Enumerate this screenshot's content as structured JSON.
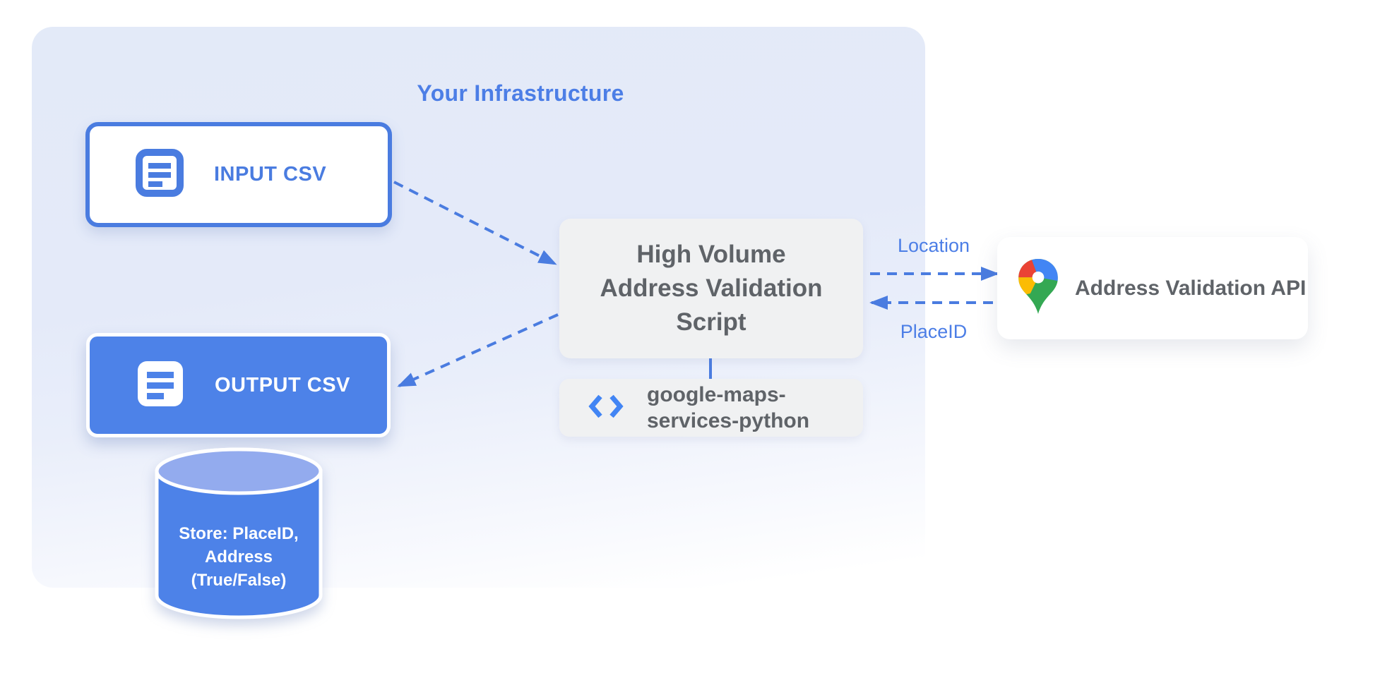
{
  "infrastructure": {
    "title": "Your Infrastructure"
  },
  "nodes": {
    "input_csv": {
      "label": "INPUT CSV",
      "icon": "document-list-icon"
    },
    "output_csv": {
      "label": "OUTPUT CSV",
      "icon": "document-list-icon"
    },
    "datastore": {
      "label": "Store: PlaceID,\nAddress\n(True/False)",
      "shape": "database-cylinder"
    },
    "script": {
      "label": "High Volume\nAddress Validation\nScript"
    },
    "library": {
      "label": "google-maps-\nservices-python",
      "icon": "code-icon"
    },
    "api": {
      "label": "Address Validation API",
      "icon": "google-maps-pin-icon"
    }
  },
  "arrows": {
    "location_label": "Location",
    "placeid_label": "PlaceID"
  },
  "colors": {
    "accent_blue": "#4a7ce0",
    "node_blue_fill": "#4d82e8",
    "blue_text": "#4c7ee6",
    "gray_box": "#f0f1f2",
    "dark_gray_text": "#5f6368",
    "container_lavender": "#e4eaf9",
    "cylinder_top": "#93abee",
    "pin_blue": "#4285f4",
    "pin_red": "#ea4335",
    "pin_yellow": "#fbbc04",
    "pin_green": "#34a853"
  }
}
